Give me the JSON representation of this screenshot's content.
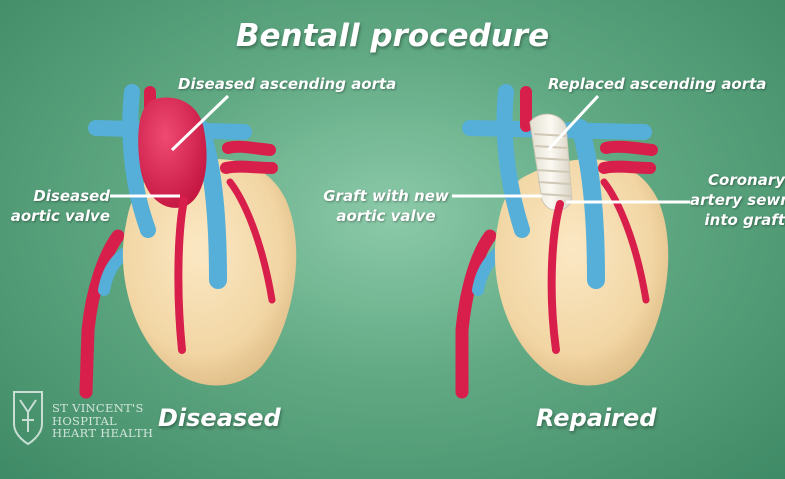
{
  "title": "Bentall procedure",
  "left_panel": {
    "caption": "Diseased",
    "labels": {
      "aorta": "Diseased ascending aorta",
      "valve_line1": "Diseased",
      "valve_line2": "aortic valve"
    }
  },
  "right_panel": {
    "caption": "Repaired",
    "labels": {
      "aorta": "Replaced ascending aorta",
      "graft_line1": "Graft with new",
      "graft_line2": "aortic valve",
      "coronary_line1": "Coronary",
      "coronary_line2": "artery sewn",
      "coronary_line3": "into graft"
    }
  },
  "logo": {
    "line1": "ST VINCENT'S",
    "line2": "HOSPITAL",
    "line3": "HEART HEALTH"
  },
  "colors": {
    "heart": "#f2d7a8",
    "artery_red": "#d81f4c",
    "vein_blue": "#55afd8",
    "graft": "#f4f1e6"
  }
}
